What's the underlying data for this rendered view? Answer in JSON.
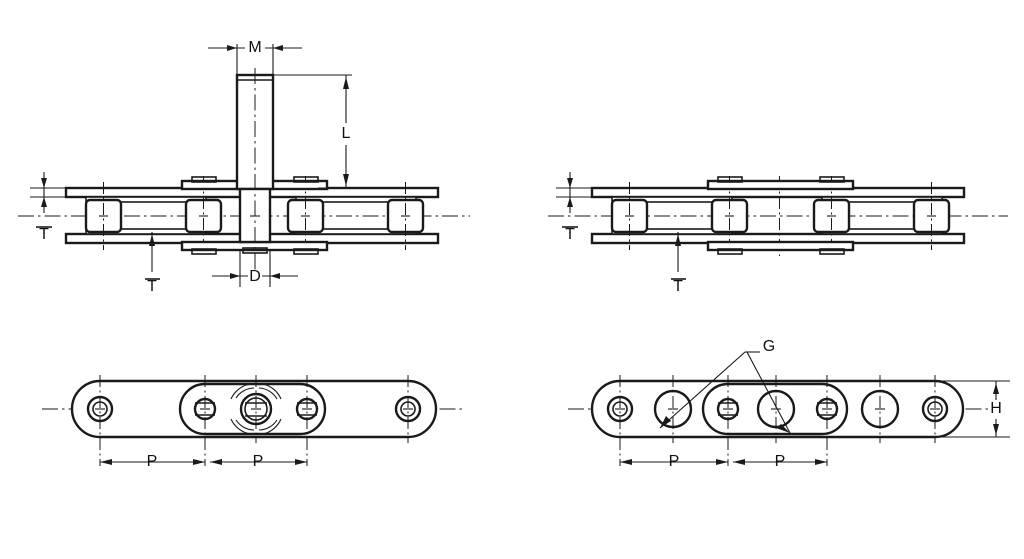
{
  "document": {
    "type": "engineering-drawing",
    "subject": "Roller chain with K-type (stud / pin) attachment — four orthographic views",
    "background_color": "#ffffff",
    "line_color": "#1a1a1a"
  },
  "dimension_labels": {
    "M": "M",
    "L": "L",
    "T_left_top": "T",
    "T_leader_top": "T",
    "D": "D",
    "T_right_top": "T",
    "T_leader_right": "T",
    "P_left_1": "P",
    "P_left_2": "P",
    "P_right_1": "P",
    "P_right_2": "P",
    "G": "G",
    "H": "H"
  },
  "views": [
    {
      "id": "view-top-left",
      "name": "side-elevation-with-stud-attachment",
      "position": "top-left",
      "labels": [
        "M",
        "L",
        "T",
        "T",
        "D"
      ]
    },
    {
      "id": "view-top-right",
      "name": "side-elevation-plain-chain",
      "position": "top-right",
      "labels": [
        "T",
        "T"
      ]
    },
    {
      "id": "view-bottom-left",
      "name": "plan-view-with-threaded-boss",
      "position": "bottom-left",
      "labels": [
        "P",
        "P"
      ]
    },
    {
      "id": "view-bottom-right",
      "name": "plan-view-with-hole-callouts",
      "position": "bottom-right",
      "labels": [
        "G",
        "P",
        "P",
        "H"
      ]
    }
  ]
}
